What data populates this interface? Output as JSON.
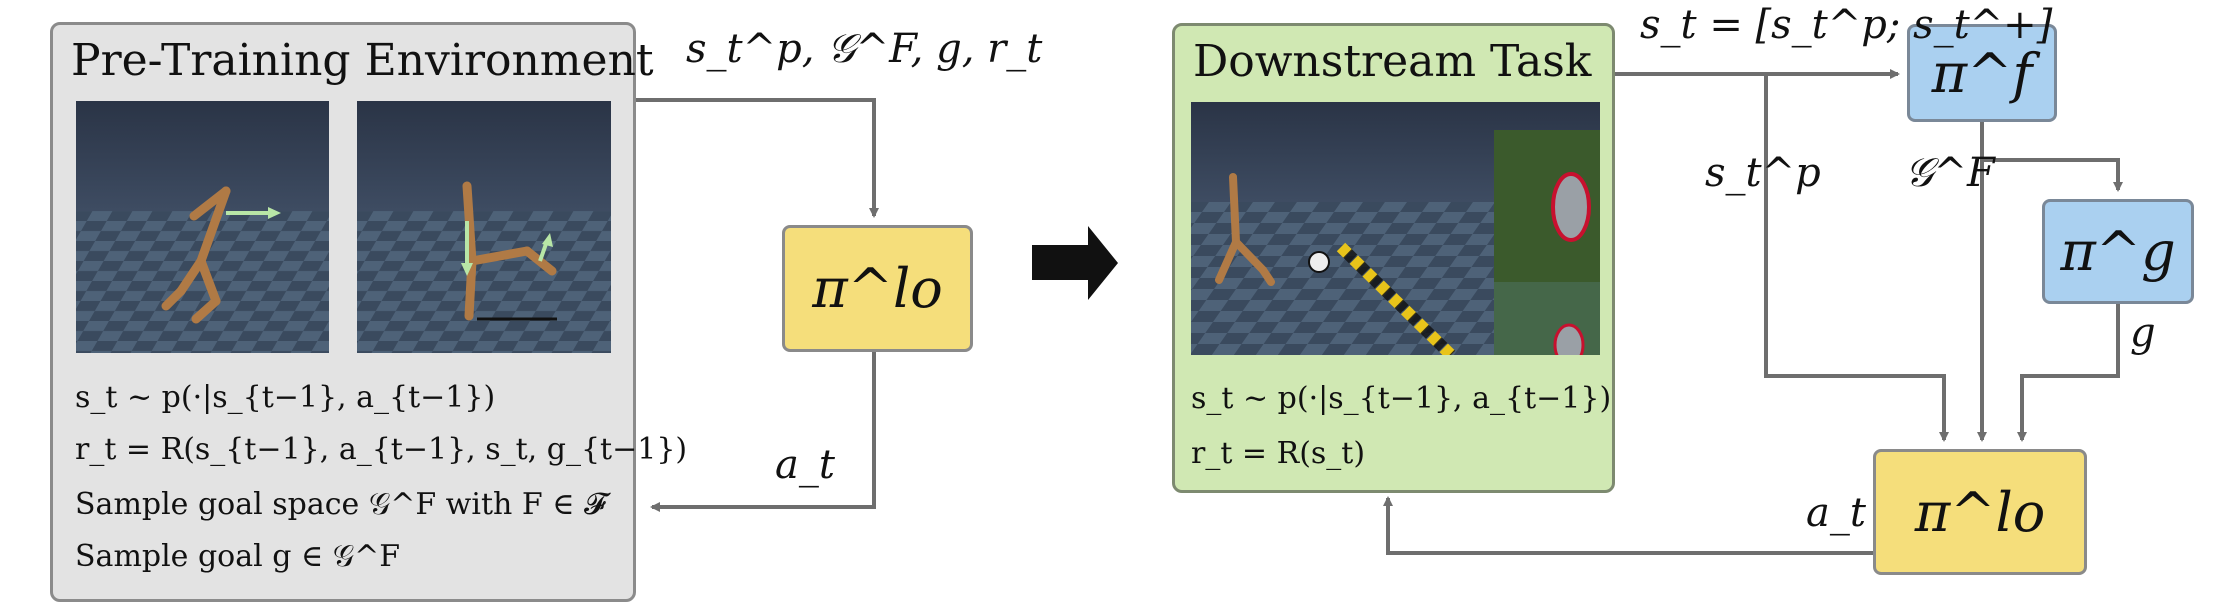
{
  "pretraining": {
    "title": "Pre-Training Environment",
    "equations": {
      "transition": "s_t ~ p(·|s_{t−1}, a_{t−1})",
      "reward": "r_t = R(s_{t−1}, a_{t−1}, s_t, g_{t−1})",
      "sample_space": "Sample goal space 𝒢^F with F ∈ 𝓕",
      "sample_goal": "Sample goal g ∈ 𝒢^F"
    }
  },
  "downstream": {
    "title": "Downstream Task",
    "equations": {
      "transition": "s_t ~ p(·|s_{t−1}, a_{t−1})",
      "reward": "r_t = R(s_t)"
    }
  },
  "edges": {
    "obs_to_lo": "s_t^p, 𝒢^F, g, r_t",
    "action": "a_t",
    "state_def": "s_t = [s_t^p; s_t^+]",
    "proprio": "s_t^p",
    "goal_space": "𝒢^F",
    "goal": "g",
    "action_down": "a_t"
  },
  "nodes": {
    "pi_lo_pre": "π^lo",
    "pi_f": "π^f",
    "pi_g": "π^g",
    "pi_lo_down": "π^lo"
  },
  "colors": {
    "low_level": "#f5de7b",
    "high_level": "#aad0f0",
    "pretraining_bg": "#e3e3e3",
    "downstream_bg": "#d0e8b3",
    "arrow": "#6e6e6e"
  }
}
